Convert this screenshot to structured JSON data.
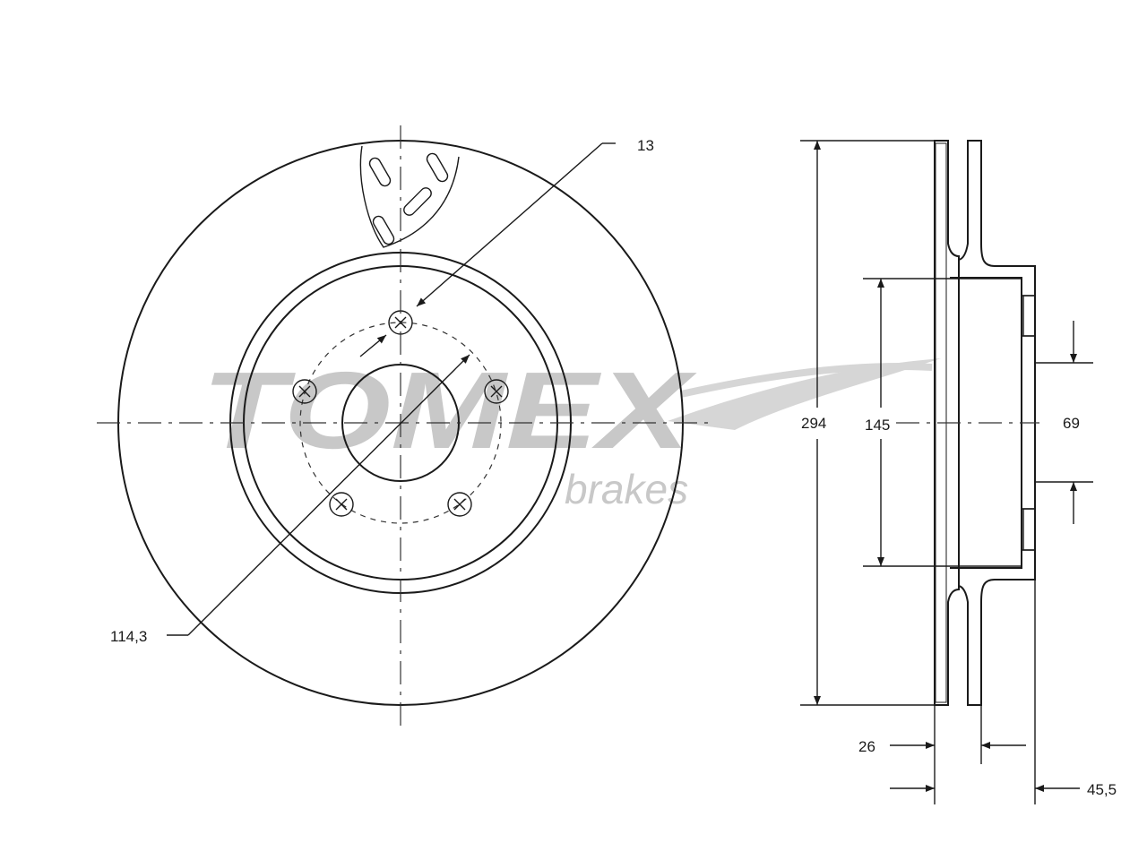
{
  "watermark": {
    "brand": "TOMEX",
    "sub": "brakes"
  },
  "dimensions": {
    "outer_diameter": "294",
    "hub_diameter": "145",
    "center_bore": "69",
    "bolt_circle": "114,3",
    "bolt_hole": "13",
    "thickness": "26",
    "height": "45,5"
  }
}
